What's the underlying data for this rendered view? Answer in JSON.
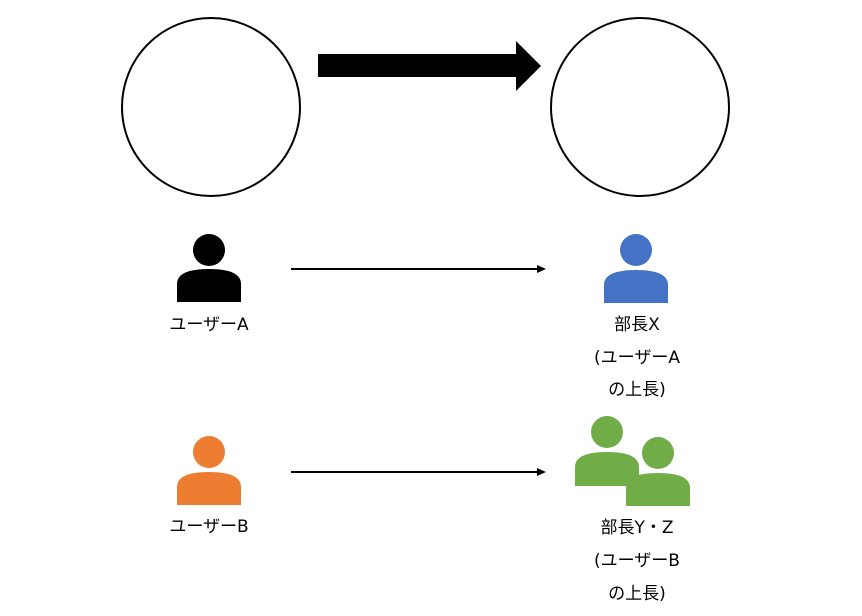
{
  "nodes": {
    "user_a": {
      "label": "ユーザーA",
      "color": "#000000",
      "icon": "person-icon"
    },
    "user_b": {
      "label": "ユーザーB",
      "color": "#ED7D31",
      "icon": "person-icon"
    },
    "manager_x": {
      "label_line1": "部長X",
      "label_line2": "(ユーザーA",
      "label_line3": "の上長)",
      "color": "#4472C4",
      "icon": "person-icon"
    },
    "managers_yz": {
      "label_line1": "部長Y・Z",
      "label_line2": "(ユーザーB",
      "label_line3": "の上長)",
      "color": "#70AD47",
      "icon": "two-people-icon"
    }
  },
  "decorations": {
    "circle_color": "#000000",
    "big_arrow_color": "#000000"
  }
}
